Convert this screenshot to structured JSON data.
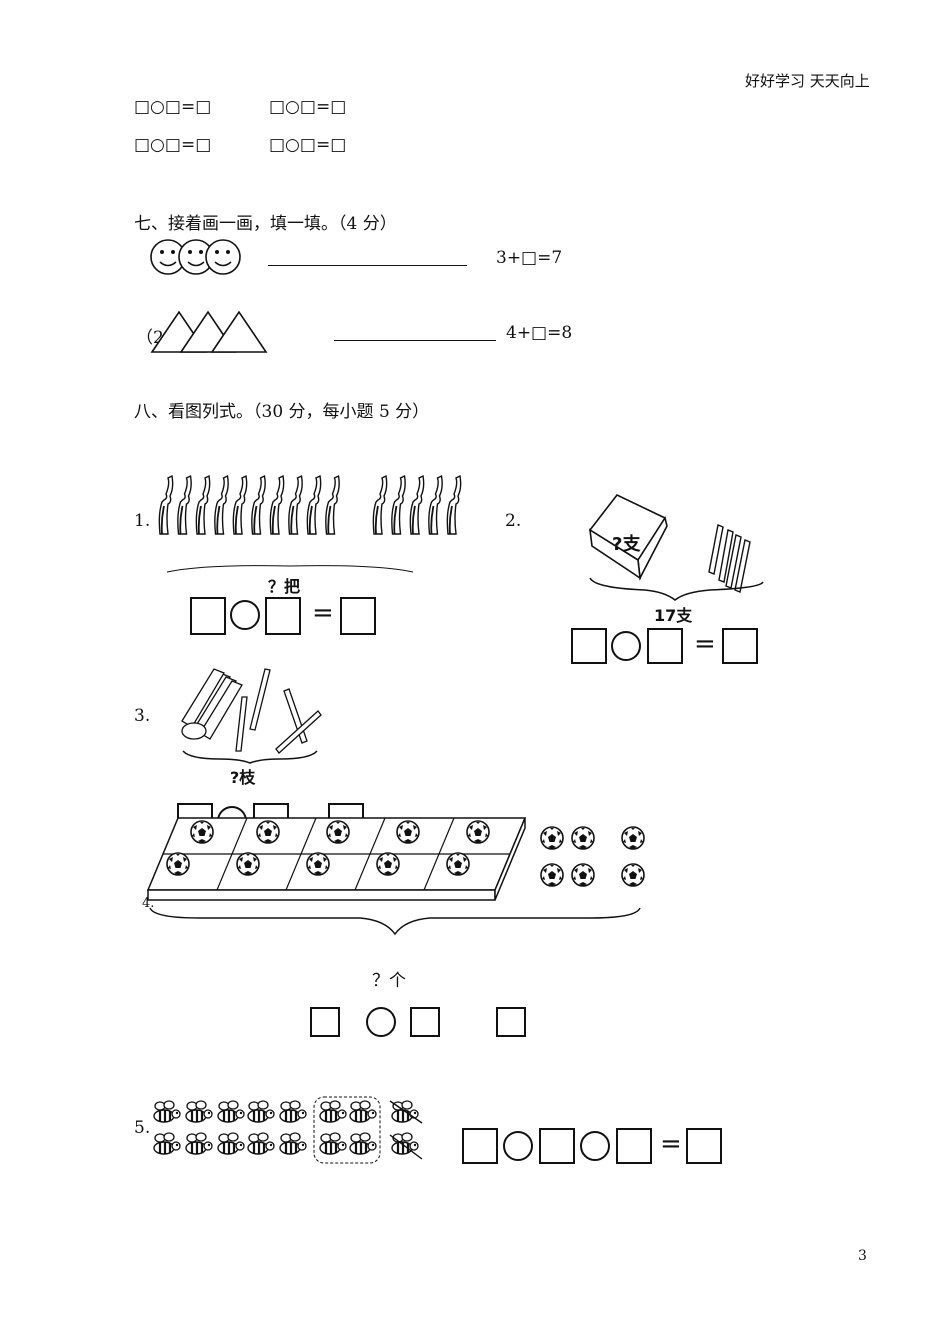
{
  "header": {
    "motto": "好好学习 天天向上"
  },
  "equations_top": {
    "row1_left": "□○□=□",
    "row1_right": "□○□=□",
    "row2_left": "□○□=□",
    "row2_right": "□○□=□"
  },
  "section7": {
    "title": "七、接着画一画，填一填。（4 分）",
    "q1_prefix": "（",
    "q1_equation": "3+□=7",
    "q2_prefix": "（2",
    "q2_equation": "4+□=8"
  },
  "section8": {
    "title": "八、看图列式。（30 分，每小题 5 分）",
    "q1_number": "1.",
    "q1_label": "？把",
    "q2_number": "2.",
    "q2_box_label": "?支",
    "q2_total": "17支",
    "q3_number": "3.",
    "q3_label": "?枝",
    "q4_number": "4.",
    "q4_label": "？个",
    "q5_number": "5."
  },
  "footer": {
    "page_number": "3"
  }
}
